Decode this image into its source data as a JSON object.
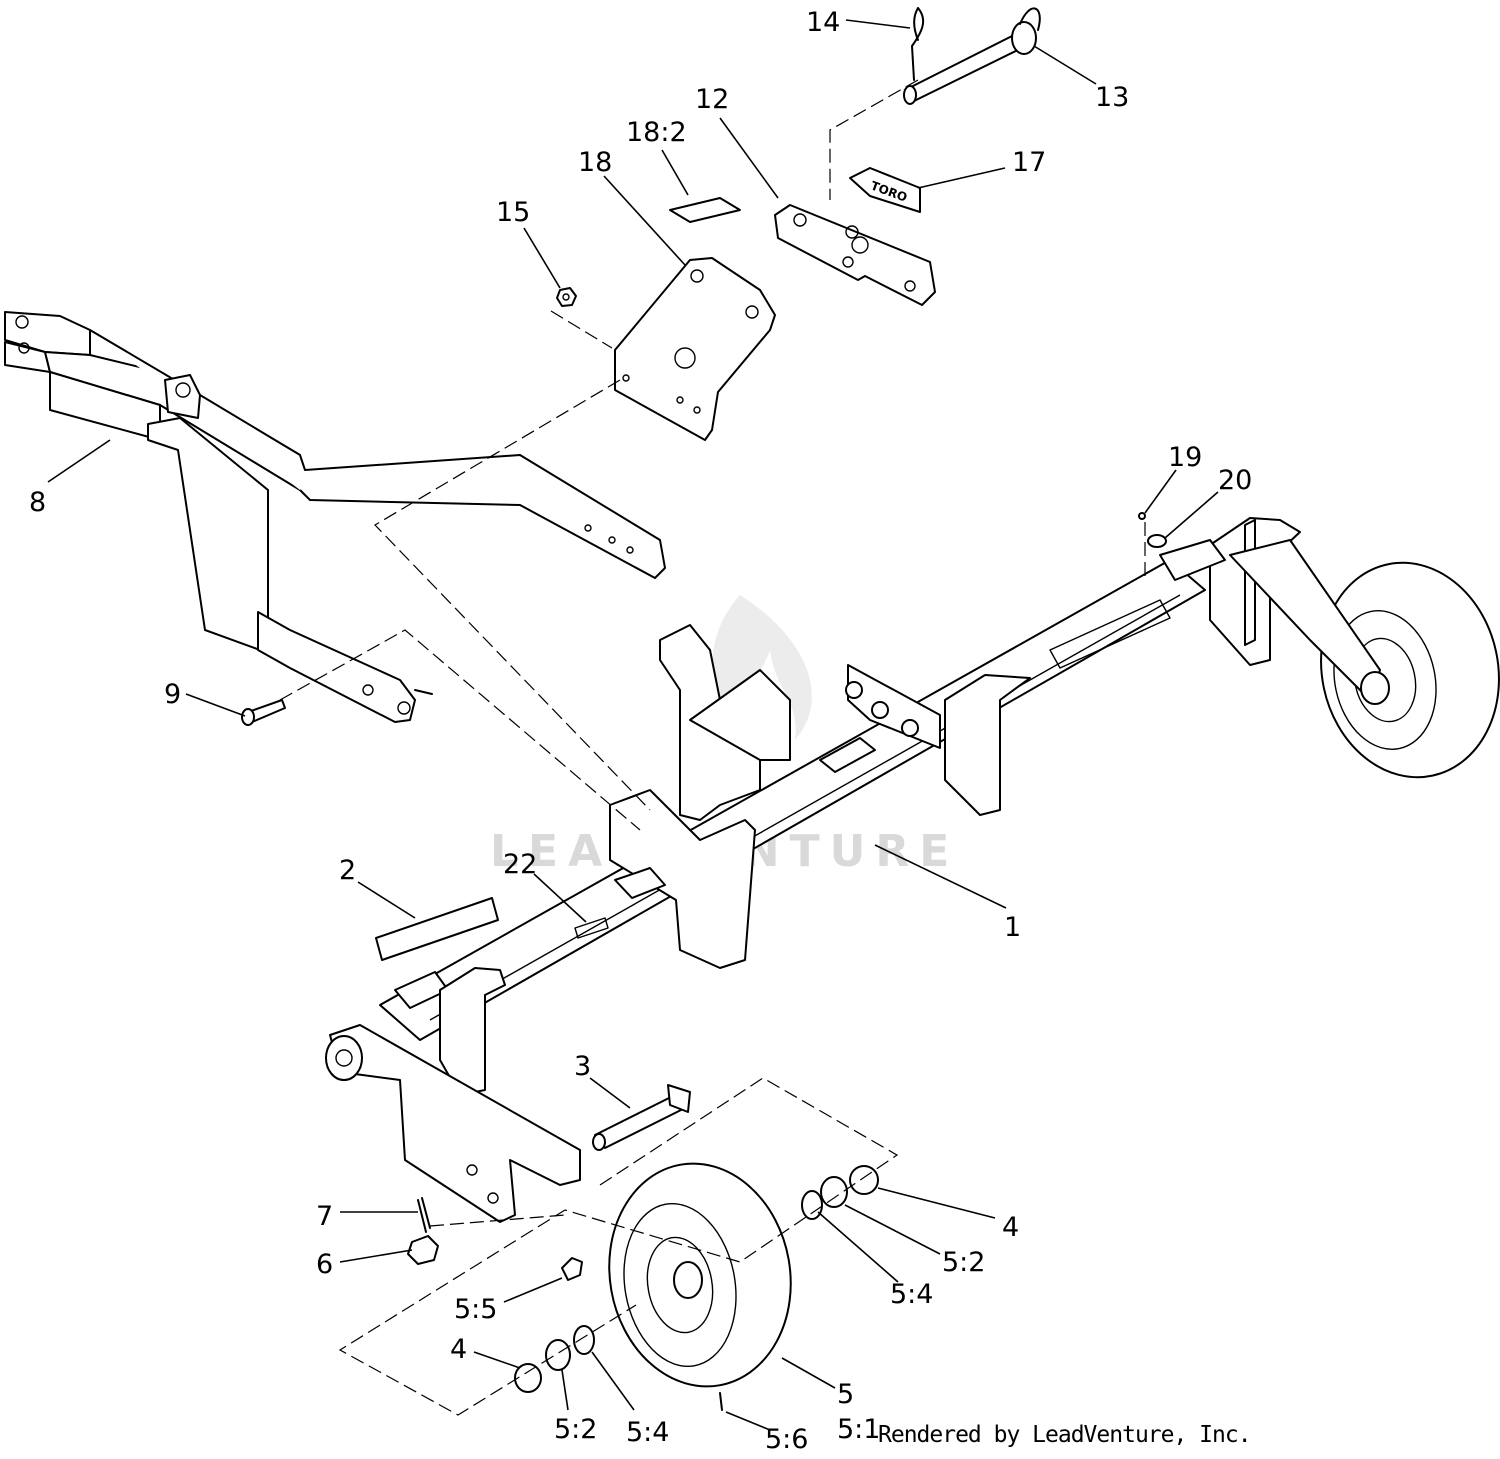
{
  "diagram": {
    "callouts": {
      "c14": "14",
      "c13": "13",
      "c12": "12",
      "c18_2": "18:2",
      "c18": "18",
      "c17": "17",
      "c15": "15",
      "c8": "8",
      "c19": "19",
      "c20": "20",
      "c9": "9",
      "c22": "22",
      "c2": "2",
      "c1": "1",
      "c3": "3",
      "c7": "7",
      "c6": "6",
      "c4_right": "4",
      "c5_2_right": "5:2",
      "c5_4_right": "5:4",
      "c5_5": "5:5",
      "c4_left": "4",
      "c5_2_left": "5:2",
      "c5_4_left": "5:4",
      "c5_6": "5:6",
      "c5": "5",
      "c5_1": "5:1"
    },
    "watermark": "LEADVENTURE",
    "credit": "Rendered by LeadVenture, Inc."
  }
}
